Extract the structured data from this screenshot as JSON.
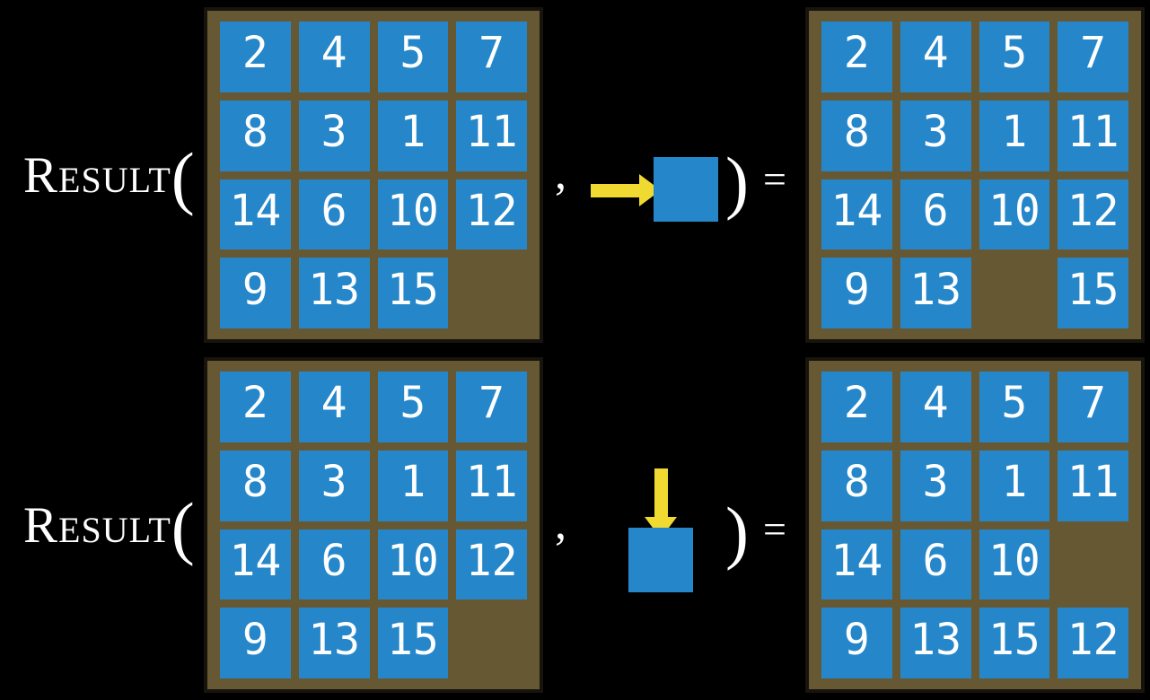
{
  "colors": {
    "background_black": "#000000",
    "tile_blue": "#2587ca",
    "board_brown": "#675834",
    "board_border": "#17130d",
    "arrow_yellow": "#f0d930",
    "text_white": "#ffffff"
  },
  "equation": {
    "function_label": "Result",
    "open_paren": "(",
    "comma": ",",
    "close_paren": ")",
    "equals_sign": "="
  },
  "rows": [
    {
      "action_direction": "right",
      "action_icon": "right-arrow-icon",
      "input_board": [
        [
          "2",
          "4",
          "5",
          "7"
        ],
        [
          "8",
          "3",
          "1",
          "11"
        ],
        [
          "14",
          "6",
          "10",
          "12"
        ],
        [
          "9",
          "13",
          "15",
          ""
        ]
      ],
      "output_board": [
        [
          "2",
          "4",
          "5",
          "7"
        ],
        [
          "8",
          "3",
          "1",
          "11"
        ],
        [
          "14",
          "6",
          "10",
          "12"
        ],
        [
          "9",
          "13",
          "",
          "15"
        ]
      ]
    },
    {
      "action_direction": "down",
      "action_icon": "down-arrow-icon",
      "input_board": [
        [
          "2",
          "4",
          "5",
          "7"
        ],
        [
          "8",
          "3",
          "1",
          "11"
        ],
        [
          "14",
          "6",
          "10",
          "12"
        ],
        [
          "9",
          "13",
          "15",
          ""
        ]
      ],
      "output_board": [
        [
          "2",
          "4",
          "5",
          "7"
        ],
        [
          "8",
          "3",
          "1",
          "11"
        ],
        [
          "14",
          "6",
          "10",
          ""
        ],
        [
          "9",
          "13",
          "15",
          "12"
        ]
      ]
    }
  ]
}
